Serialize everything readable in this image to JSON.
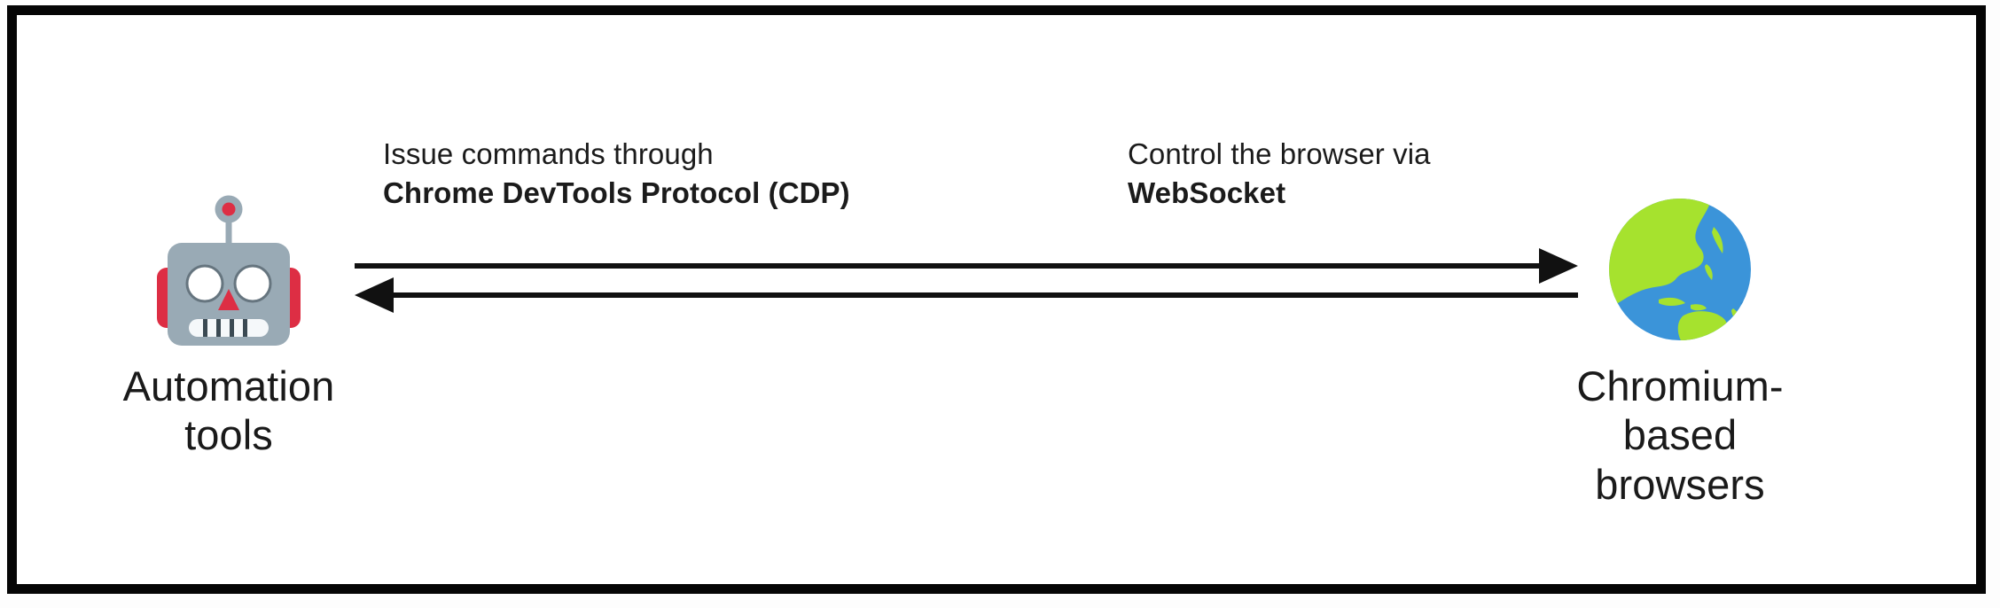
{
  "diagram": {
    "title": "Automation tools control Chromium-based browsers via CDP over WebSocket",
    "frame_color": "#050505",
    "background_color": "#ffffff",
    "text_color": "#1a1a1a"
  },
  "nodes": [
    {
      "id": "automation-tools",
      "icon": "robot-icon",
      "label": "Automation\ntools",
      "colors": {
        "head": "#99aab5",
        "ear": "#dd2e44",
        "eye": "#ffffff",
        "eye_outline": "#66757f",
        "nose": "#dd2e44",
        "mouth": "#f5f8fa",
        "mouth_gap": "#3b4a53",
        "antenna_ring": "#99aab5",
        "antenna_dot": "#dd2e44"
      }
    },
    {
      "id": "chromium-browsers",
      "icon": "globe-icon",
      "label": "Chromium-based\nbrowsers",
      "colors": {
        "ocean": "#3b94d9",
        "ocean_shade": "#2a7bc0",
        "land": "#a6e22e",
        "land_shade": "#77b255"
      }
    }
  ],
  "edges": [
    {
      "id": "cdp-edge",
      "direction": "right",
      "label_line1": "Issue commands through",
      "label_line2": "Chrome DevTools Protocol (CDP)",
      "stroke": "#111111"
    },
    {
      "id": "websocket-edge",
      "direction": "left",
      "label_line1": "Control the browser via",
      "label_line2": "WebSocket",
      "stroke": "#111111"
    }
  ]
}
